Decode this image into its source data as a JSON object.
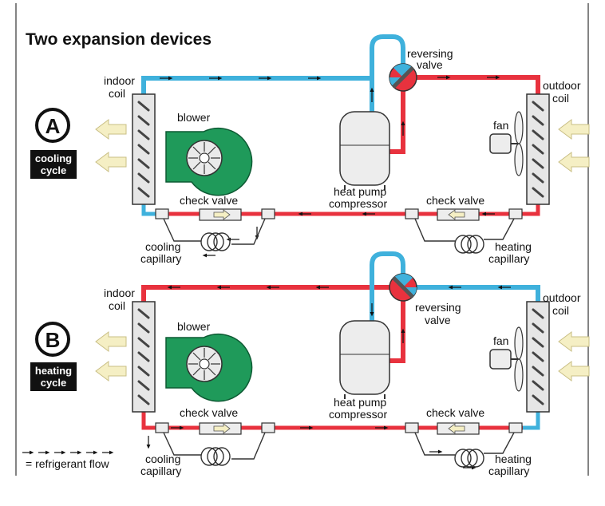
{
  "title": "Two expansion devices",
  "labels": {
    "indoor_coil_1": "indoor",
    "indoor_coil_2": "coil",
    "outdoor_coil_1": "outdoor",
    "outdoor_coil_2": "coil",
    "blower": "blower",
    "fan": "fan",
    "reversing_valve_1": "reversing",
    "reversing_valve_2": "valve",
    "heat_pump_1": "heat pump",
    "heat_pump_2": "compressor",
    "check_valve": "check valve",
    "cooling_capillary_1": "cooling",
    "cooling_capillary_2": "capillary",
    "heating_capillary_1": "heating",
    "heating_capillary_2": "capillary"
  },
  "panel_a": {
    "letter": "A",
    "badge_line1": "cooling",
    "badge_line2": "cycle"
  },
  "panel_b": {
    "letter": "B",
    "badge_line1": "heating",
    "badge_line2": "cycle"
  },
  "legend": {
    "text": "= refrigerant flow"
  },
  "colors": {
    "hot": "#e8323e",
    "cold": "#3fb1dc",
    "blower": "#1f9a5a",
    "air_arrow": "#f5efc4",
    "badge": "#111111"
  }
}
